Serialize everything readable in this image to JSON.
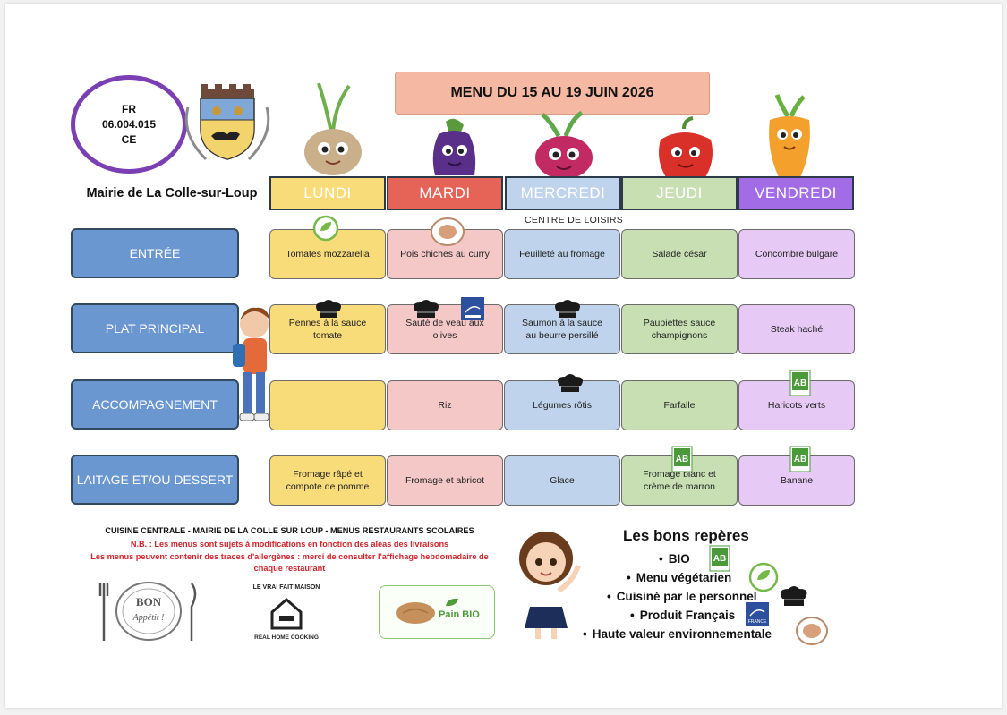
{
  "badge": {
    "line1": "FR",
    "line2": "06.004.015",
    "line3": "CE"
  },
  "mairie": "Mairie de La Colle-sur-Loup",
  "menu_title": "MENU DU 15 AU 19 JUIN 2026",
  "subtitle": "CENTRE DE LOISIRS",
  "days": [
    {
      "label": "LUNDI",
      "color": "#f8dc7a"
    },
    {
      "label": "MARDI",
      "color": "#e66358"
    },
    {
      "label": "MERCREDI",
      "color": "#bfd3ec"
    },
    {
      "label": "JEUDI",
      "color": "#c7dfb2"
    },
    {
      "label": "VENDREDI",
      "color": "#a26ce6"
    }
  ],
  "rows": [
    {
      "label": "ENTRÉE",
      "items": [
        "Tomates mozzarella",
        "Pois chiches au curry",
        "Feuilleté au fromage",
        "Salade césar",
        "Concombre bulgare"
      ]
    },
    {
      "label": "PLAT PRINCIPAL",
      "items": [
        "Pennes à la sauce tomate",
        "Sauté de veau aux olives",
        "Saumon à la sauce au beurre persillé",
        "Paupiettes sauce champignons",
        "Steak haché"
      ]
    },
    {
      "label": "ACCOMPAGNEMENT",
      "items": [
        "",
        "Riz",
        "Légumes rôtis",
        "Farfalle",
        "Haricots verts"
      ]
    },
    {
      "label": "LAITAGE ET/OU DESSERT",
      "items": [
        "Fromage râpé et compote de pomme",
        "Fromage et abricot",
        "Glace",
        "Fromage blanc et crème de marron",
        "Banane"
      ]
    }
  ],
  "footer": {
    "title": "CUISINE CENTRALE - MAIRIE DE LA COLLE SUR LOUP - MENUS RESTAURANTS SCOLAIRES",
    "nb": "N.B. : Les menus sont sujets à modifications en fonction des aléas des livraisons",
    "allergens": "Les menus peuvent contenir des traces d'allergènes : merci de consulter l'affichage hebdomadaire de chaque restaurant"
  },
  "logos": {
    "bon_1": "BON",
    "bon_2": "Appétit !",
    "fait_maison_top": "LE VRAI FAIT MAISON",
    "fait_maison_bottom": "REAL HOME COOKING",
    "pain_bio": "Pain BIO",
    "ab": "AB",
    "france": "FRANCE"
  },
  "reperes": {
    "title": "Les bons repères",
    "items": [
      "BIO",
      "Menu végétarien",
      "Cuisiné par le personnel",
      "Produit Français",
      "Haute valeur environnementale"
    ]
  },
  "colors": {
    "accent_purple": "#7a3fb3",
    "row_label_blue": "#6a97cf",
    "title_peach": "#f5b8a2",
    "footer_red": "#d3232a"
  }
}
